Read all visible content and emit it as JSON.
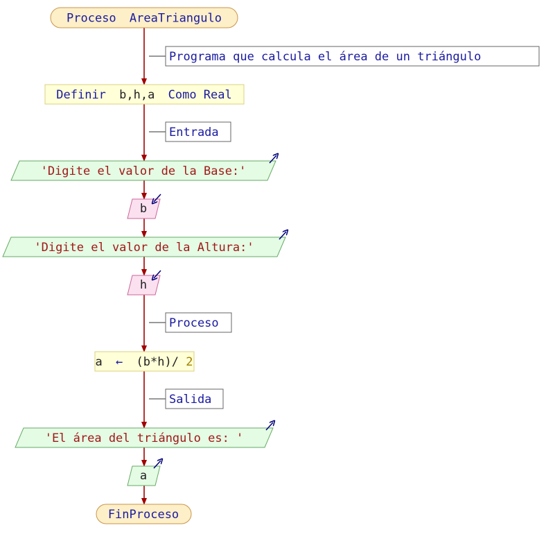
{
  "colors": {
    "connector": "#a00000",
    "comment_line": "#333333",
    "comment_border": "#666666",
    "terminal_fill": "#fdefc8",
    "terminal_border": "#c8964a",
    "action_fill": "#ffffd8",
    "action_border": "#d8d080",
    "output_fill": "#e4fbe4",
    "output_border": "#66aa66",
    "input_fill": "#fbe0f0",
    "input_border": "#cc6699",
    "keyword_text": "#1a1aa0",
    "string_text": "#a01818",
    "variable_text": "#222222",
    "number_text": "#a08000",
    "io_arrow": "#00007a"
  },
  "diagram": {
    "start": {
      "keyword": "Proceso",
      "name": "AreaTriangulo"
    },
    "comment_program": "Programa que calcula el área de un triángulo",
    "define": {
      "keyword": "Definir",
      "vars": "b,h,a",
      "keyword2": "Como Real"
    },
    "comment_input": "Entrada",
    "output_base": "'Digite el valor de la Base:'",
    "input_b": "b",
    "output_altura": "'Digite el valor de la Altura:'",
    "input_h": "h",
    "comment_process": "Proceso",
    "assign": {
      "target": "a",
      "arrow": "←",
      "expr": "(b*h)/",
      "number": "2"
    },
    "comment_output": "Salida",
    "output_result": "'El área del triángulo es: '",
    "output_a": "a",
    "end": {
      "keyword": "FinProceso"
    },
    "io_icon_out": "output-arrow-icon",
    "io_icon_in": "input-arrow-icon"
  }
}
